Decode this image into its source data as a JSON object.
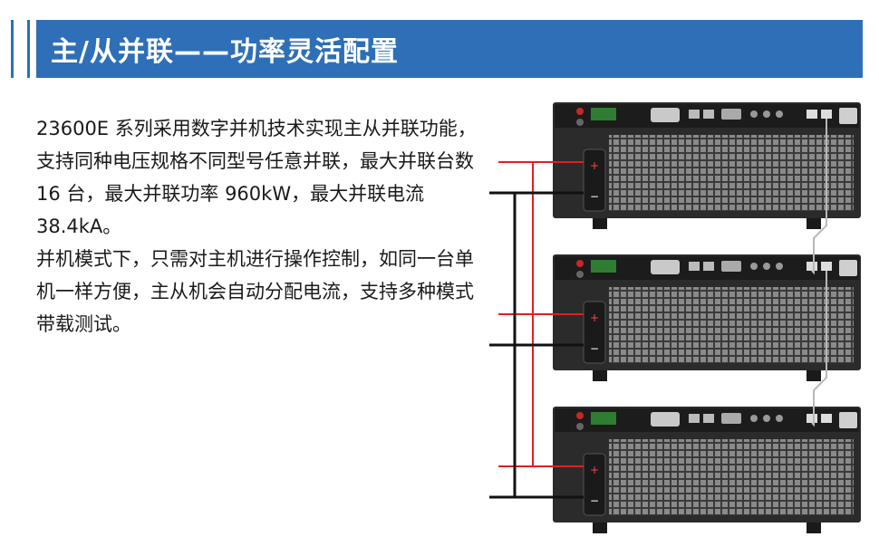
{
  "header": {
    "title": "主/从并联——功率灵活配置"
  },
  "content": {
    "paragraph1": "23600E 系列采用数字并机技术实现主从并联功能，支持同种电压规格不同型号任意并联，最大并联台数 16 台，最大并联功率 960kW，最大并联电流 38.4kA。",
    "paragraph2": "并机模式下，只需对主机进行操作控制，如同一台单机一样方便，主从机会自动分配电流，支持多种模式带载测试。"
  },
  "diagram": {
    "unit_count": 3,
    "terminal_positive": "+",
    "terminal_negative": "−",
    "colors": {
      "positive_wire": "#e02020",
      "negative_wire": "#111111",
      "comm_cable": "#b8b8b8",
      "chassis": "#2b2b2b"
    }
  }
}
